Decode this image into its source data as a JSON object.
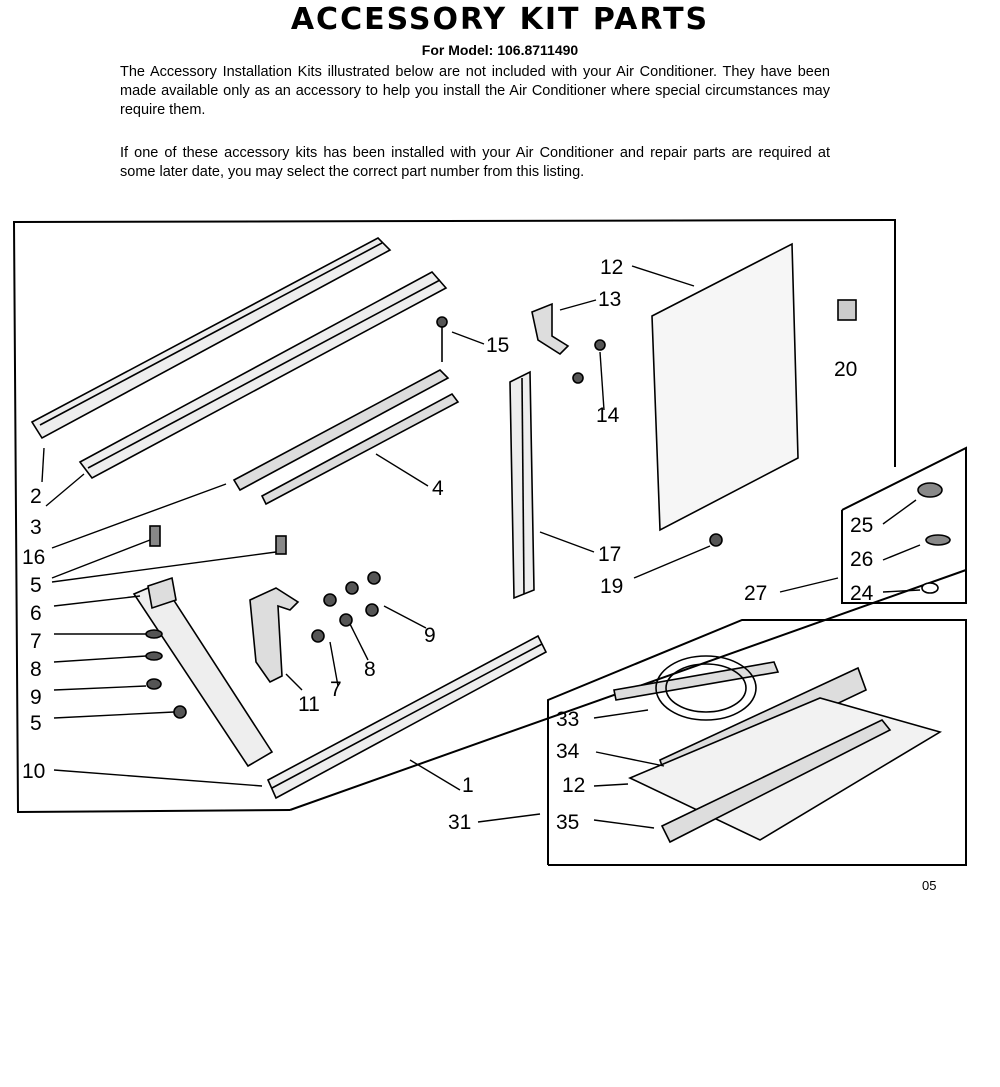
{
  "title": "ACCESSORY KIT PARTS",
  "model_line": "For Model: 106.8711490",
  "paragraph1": "The Accessory Installation Kits illustrated below are not included with your Air Conditioner. They have been made available only as an accessory to help you install the Air Conditioner where special circumstances may require them.",
  "paragraph2": "If one of these accessory kits has been installed with your Air Conditioner and repair parts are required at some later date, you may select the correct part number from this listing.",
  "page_code": "05",
  "callouts": {
    "c2": "2",
    "c3": "3",
    "c16": "16",
    "c5a": "5",
    "c6": "6",
    "c7a": "7",
    "c8a": "8",
    "c9a": "9",
    "c5b": "5",
    "c10": "10",
    "c4": "4",
    "c15": "15",
    "c13": "13",
    "c12a": "12",
    "c14": "14",
    "c20": "20",
    "c17": "17",
    "c19": "19",
    "c11": "11",
    "c7b": "7",
    "c8b": "8",
    "c9b": "9",
    "c1": "1",
    "c25": "25",
    "c26": "26",
    "c24": "24",
    "c27": "27",
    "c33": "33",
    "c34": "34",
    "c12b": "12",
    "c31": "31",
    "c35": "35"
  }
}
